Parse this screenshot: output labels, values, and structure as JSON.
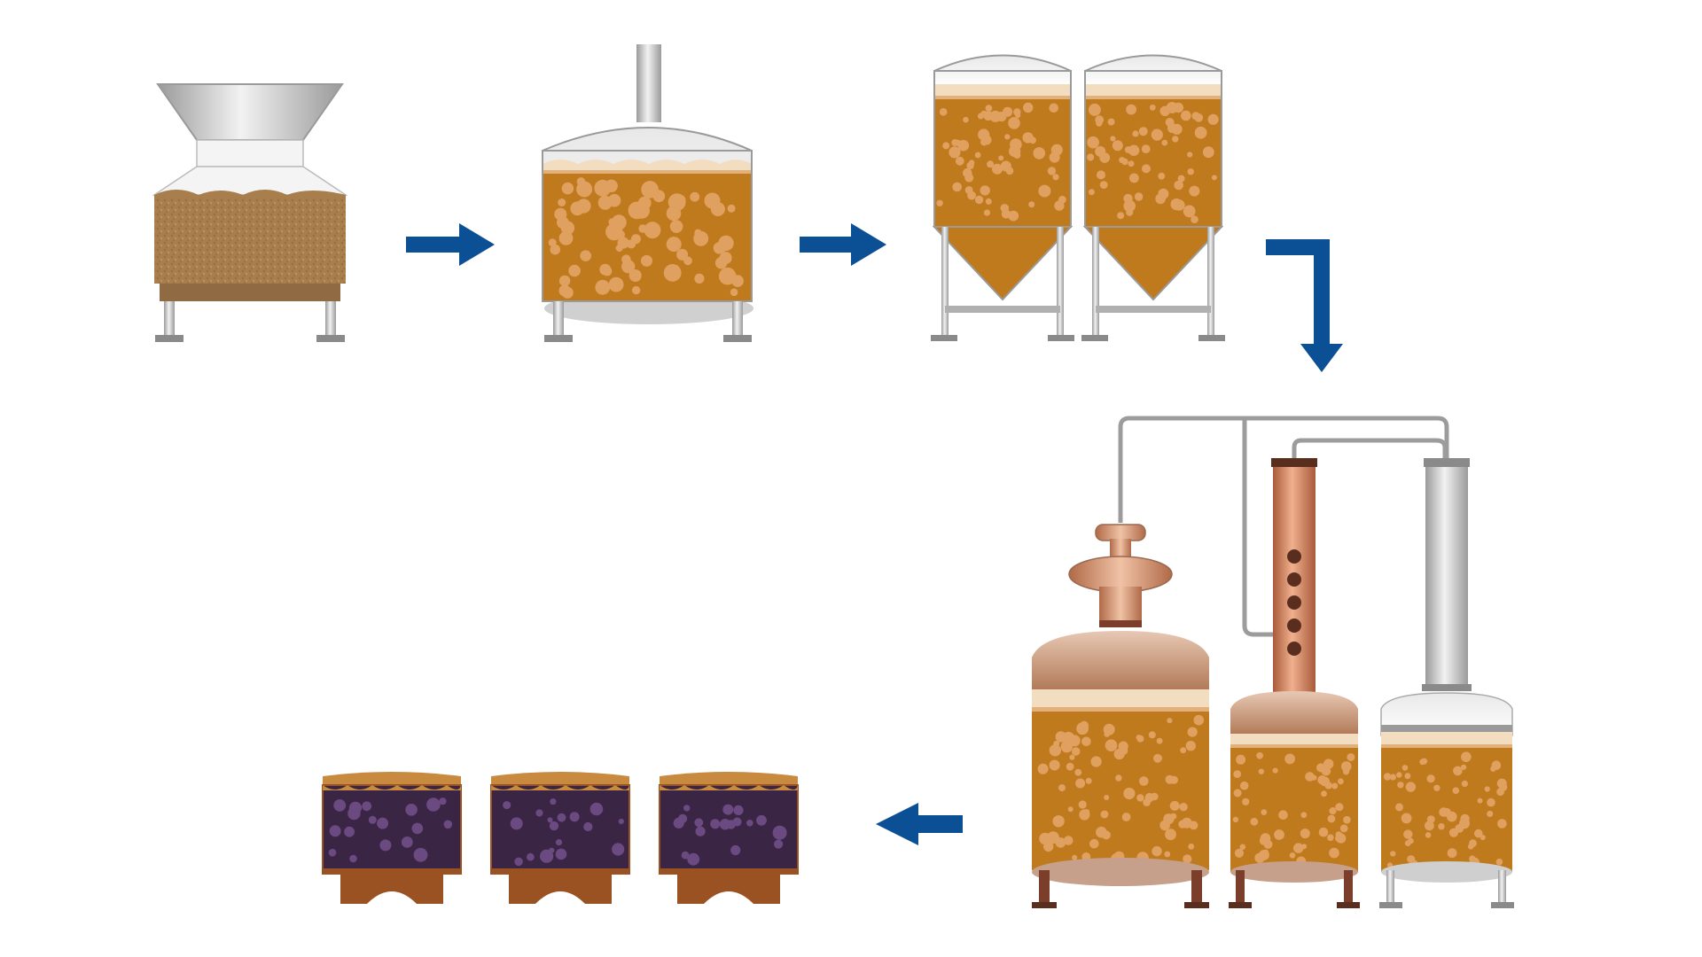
{
  "diagram": {
    "type": "process-flow",
    "steps": [
      {
        "id": "mill",
        "name": "grain-mill-hopper"
      },
      {
        "id": "mash",
        "name": "mash-tun"
      },
      {
        "id": "ferment",
        "name": "fermentation-tanks",
        "count": 2
      },
      {
        "id": "distill",
        "name": "still-apparatus",
        "parts": [
          "pot-still",
          "copper-column",
          "condenser-column"
        ]
      },
      {
        "id": "age",
        "name": "aging-barrels",
        "count": 3
      }
    ],
    "arrows": [
      {
        "from": "mill",
        "to": "mash",
        "direction": "right"
      },
      {
        "from": "mash",
        "to": "ferment",
        "direction": "right"
      },
      {
        "from": "ferment",
        "to": "distill",
        "direction": "right-then-down"
      },
      {
        "from": "distill",
        "to": "age",
        "direction": "left"
      }
    ],
    "colors": {
      "arrow": "#0b4f95",
      "amber": "#c07a1e",
      "amber_dark": "#a25f12",
      "bubble": "#e0a060",
      "foam": "#f3ddc0",
      "grain": "#a87e4c",
      "steel": "#c4c4c4",
      "steel_dark": "#8a8a8a",
      "copper": "#c77d5a",
      "copper_dark": "#7a3e2a",
      "barrel_liquid": "#3b2545",
      "barrel_bubble": "#6a4a80",
      "barrel_wood": "#c78a3e",
      "barrel_stand": "#9a5222"
    }
  }
}
